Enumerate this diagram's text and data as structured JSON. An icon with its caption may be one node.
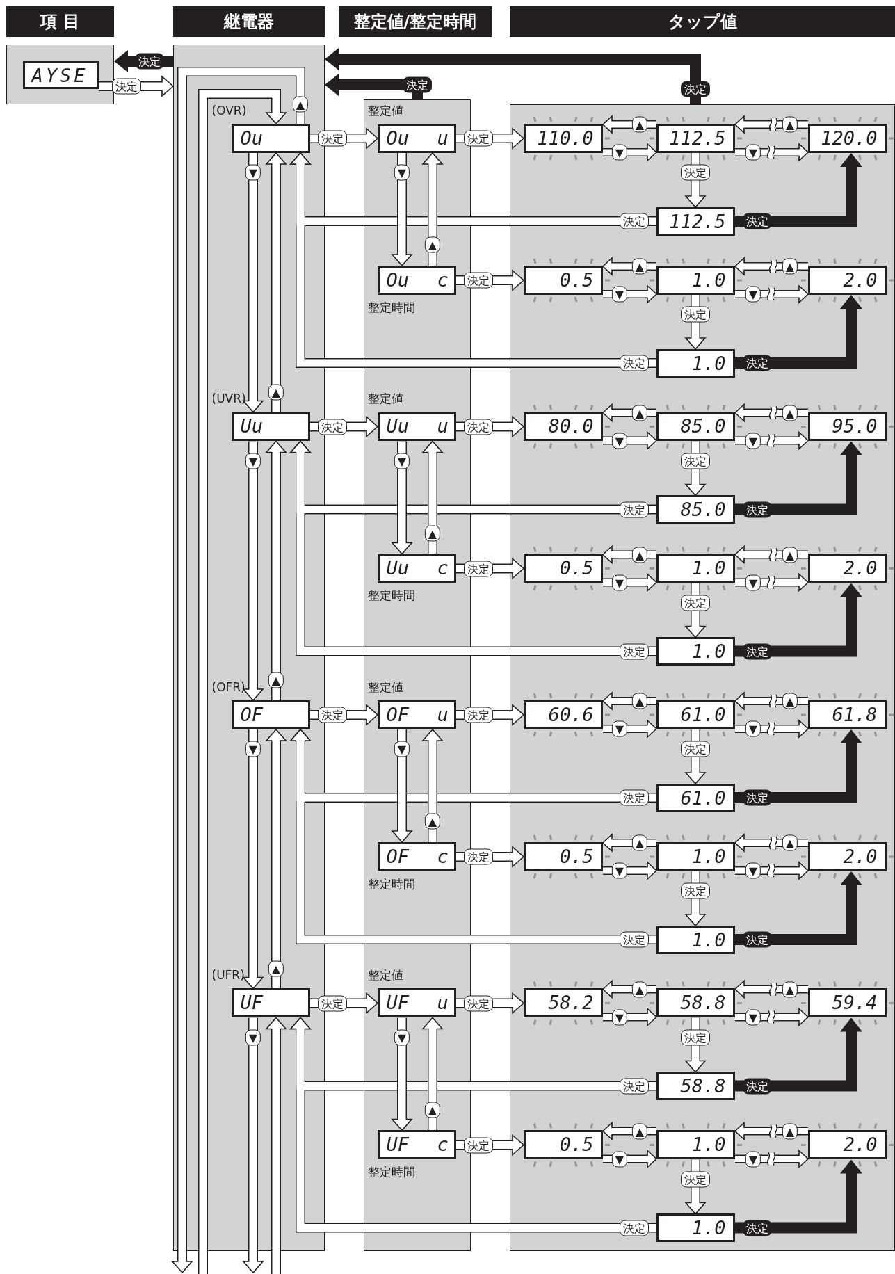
{
  "diagram": {
    "nodes": [
      {
        "text": [
          "項 目"
        ]
      },
      {
        "text": [
          "継電器"
        ]
      },
      {
        "text": [
          "整定値/整定時間"
        ]
      },
      {
        "text": [
          "タップ値"
        ]
      },
      {
        "text": [],
        "shape": "box"
      },
      {
        "text": [
          "AYSE"
        ],
        "in": 4
      },
      {
        "text": [],
        "shape": "box"
      },
      {
        "text": [],
        "shape": "box"
      },
      {
        "text": [],
        "shape": "box"
      },
      {
        "text": [
          "Ou"
        ],
        "beside": [
          "(OVR)"
        ],
        "in": 6
      },
      {
        "text": [
          "Ou u"
        ],
        "beside": [
          "整定値"
        ],
        "in": 7
      },
      {
        "text": [
          "110.0"
        ],
        "in": 8
      },
      {
        "text": [
          "112.5"
        ],
        "in": 8
      },
      {
        "text": [
          "120.0"
        ],
        "in": 8
      },
      {
        "text": [
          "112.5"
        ],
        "in": 8
      },
      {
        "text": [
          "Ou c"
        ],
        "beside": [
          "整定時間"
        ],
        "in": 7
      },
      {
        "text": [
          "0.5"
        ],
        "in": 8
      },
      {
        "text": [
          "1.0"
        ],
        "in": 8
      },
      {
        "text": [
          "2.0"
        ],
        "in": 8
      },
      {
        "text": [
          "1.0"
        ],
        "in": 8
      },
      {
        "text": [
          "Uu"
        ],
        "beside": [
          "(UVR)"
        ],
        "in": 6
      },
      {
        "text": [
          "Uu u"
        ],
        "beside": [
          "整定値"
        ],
        "in": 7
      },
      {
        "text": [
          "80.0"
        ],
        "in": 8
      },
      {
        "text": [
          "85.0"
        ],
        "in": 8
      },
      {
        "text": [
          "95.0"
        ],
        "in": 8
      },
      {
        "text": [
          "85.0"
        ],
        "in": 8
      },
      {
        "text": [
          "Uu c"
        ],
        "beside": [
          "整定時間"
        ],
        "in": 7
      },
      {
        "text": [
          "0.5"
        ],
        "in": 8
      },
      {
        "text": [
          "1.0"
        ],
        "in": 8
      },
      {
        "text": [
          "2.0"
        ],
        "in": 8
      },
      {
        "text": [
          "1.0"
        ],
        "in": 8
      },
      {
        "text": [
          "OF"
        ],
        "beside": [
          "(OFR)"
        ],
        "in": 6
      },
      {
        "text": [
          "OF u"
        ],
        "beside": [
          "整定値"
        ],
        "in": 7
      },
      {
        "text": [
          "60.6"
        ],
        "in": 8
      },
      {
        "text": [
          "61.0"
        ],
        "in": 8
      },
      {
        "text": [
          "61.8"
        ],
        "in": 8
      },
      {
        "text": [
          "61.0"
        ],
        "in": 8
      },
      {
        "text": [
          "OF c"
        ],
        "beside": [
          "整定時間"
        ],
        "in": 7
      },
      {
        "text": [
          "0.5"
        ],
        "in": 8
      },
      {
        "text": [
          "1.0"
        ],
        "in": 8
      },
      {
        "text": [
          "2.0"
        ],
        "in": 8
      },
      {
        "text": [
          "1.0"
        ],
        "in": 8
      },
      {
        "text": [
          "UF"
        ],
        "beside": [
          "(UFR)"
        ],
        "in": 6
      },
      {
        "text": [
          "UF u"
        ],
        "beside": [
          "整定値"
        ],
        "in": 7
      },
      {
        "text": [
          "58.2"
        ],
        "in": 8
      },
      {
        "text": [
          "58.8"
        ],
        "in": 8
      },
      {
        "text": [
          "59.4"
        ],
        "in": 8
      },
      {
        "text": [
          "58.8"
        ],
        "in": 8
      },
      {
        "text": [
          "UF c"
        ],
        "beside": [
          "整定時間"
        ],
        "in": 7
      },
      {
        "text": [
          "0.5"
        ],
        "in": 8
      },
      {
        "text": [
          "1.0"
        ],
        "in": 8
      },
      {
        "text": [
          "2.0"
        ],
        "in": 8
      },
      {
        "text": [
          "1.0"
        ],
        "in": 8
      }
    ],
    "edges": [
      {
        "from": 9,
        "to": 10,
        "arrow": "to",
        "label": "決定"
      },
      {
        "from": 10,
        "to": 11,
        "arrow": "to",
        "label": "決定"
      },
      {
        "from": 12,
        "to": 11,
        "arrow": "to",
        "label": "▲"
      },
      {
        "from": 11,
        "to": 12,
        "arrow": "to",
        "label": "▼"
      },
      {
        "from": 13,
        "to": 12,
        "arrow": "to",
        "label": "▲"
      },
      {
        "from": 12,
        "to": 13,
        "arrow": "to",
        "label": "▼"
      },
      {
        "from": 12,
        "to": 14,
        "arrow": "to",
        "label": "決定"
      },
      {
        "from": 14,
        "to": 13,
        "arrow": "to",
        "label": "決定",
        "color": "#231f20"
      },
      {
        "from": 14,
        "to": 9,
        "arrow": "to",
        "label": "決定"
      },
      {
        "from": 10,
        "to": 15,
        "arrow": "to",
        "label": "▼"
      },
      {
        "from": 15,
        "to": 10,
        "arrow": "to",
        "label": "▲"
      },
      {
        "from": 15,
        "to": 16,
        "arrow": "to",
        "label": "決定"
      },
      {
        "from": 17,
        "to": 16,
        "arrow": "to",
        "label": "▲"
      },
      {
        "from": 16,
        "to": 17,
        "arrow": "to",
        "label": "▼"
      },
      {
        "from": 18,
        "to": 17,
        "arrow": "to",
        "label": "▲"
      },
      {
        "from": 17,
        "to": 18,
        "arrow": "to",
        "label": "▼"
      },
      {
        "from": 17,
        "to": 19,
        "arrow": "to",
        "label": "決定"
      },
      {
        "from": 19,
        "to": 18,
        "arrow": "to",
        "label": "決定",
        "color": "#231f20"
      },
      {
        "from": 19,
        "to": 9,
        "arrow": "to",
        "label": "決定"
      },
      {
        "from": 20,
        "to": 21,
        "arrow": "to",
        "label": "決定"
      },
      {
        "from": 21,
        "to": 22,
        "arrow": "to",
        "label": "決定"
      },
      {
        "from": 23,
        "to": 22,
        "arrow": "to",
        "label": "▲"
      },
      {
        "from": 22,
        "to": 23,
        "arrow": "to",
        "label": "▼"
      },
      {
        "from": 24,
        "to": 23,
        "arrow": "to",
        "label": "▲"
      },
      {
        "from": 23,
        "to": 24,
        "arrow": "to",
        "label": "▼"
      },
      {
        "from": 23,
        "to": 25,
        "arrow": "to",
        "label": "決定"
      },
      {
        "from": 25,
        "to": 24,
        "arrow": "to",
        "label": "決定",
        "color": "#231f20"
      },
      {
        "from": 25,
        "to": 20,
        "arrow": "to",
        "label": "決定"
      },
      {
        "from": 21,
        "to": 26,
        "arrow": "to",
        "label": "▼"
      },
      {
        "from": 26,
        "to": 21,
        "arrow": "to",
        "label": "▲"
      },
      {
        "from": 26,
        "to": 27,
        "arrow": "to",
        "label": "決定"
      },
      {
        "from": 28,
        "to": 27,
        "arrow": "to",
        "label": "▲"
      },
      {
        "from": 27,
        "to": 28,
        "arrow": "to",
        "label": "▼"
      },
      {
        "from": 29,
        "to": 28,
        "arrow": "to",
        "label": "▲"
      },
      {
        "from": 28,
        "to": 29,
        "arrow": "to",
        "label": "▼"
      },
      {
        "from": 28,
        "to": 30,
        "arrow": "to",
        "label": "決定"
      },
      {
        "from": 30,
        "to": 29,
        "arrow": "to",
        "label": "決定",
        "color": "#231f20"
      },
      {
        "from": 30,
        "to": 20,
        "arrow": "to",
        "label": "決定"
      },
      {
        "from": 31,
        "to": 32,
        "arrow": "to",
        "label": "決定"
      },
      {
        "from": 32,
        "to": 33,
        "arrow": "to",
        "label": "決定"
      },
      {
        "from": 34,
        "to": 33,
        "arrow": "to",
        "label": "▲"
      },
      {
        "from": 33,
        "to": 34,
        "arrow": "to",
        "label": "▼"
      },
      {
        "from": 35,
        "to": 34,
        "arrow": "to",
        "label": "▲"
      },
      {
        "from": 34,
        "to": 35,
        "arrow": "to",
        "label": "▼"
      },
      {
        "from": 34,
        "to": 36,
        "arrow": "to",
        "label": "決定"
      },
      {
        "from": 36,
        "to": 35,
        "arrow": "to",
        "label": "決定",
        "color": "#231f20"
      },
      {
        "from": 36,
        "to": 31,
        "arrow": "to",
        "label": "決定"
      },
      {
        "from": 32,
        "to": 37,
        "arrow": "to",
        "label": "▼"
      },
      {
        "from": 37,
        "to": 32,
        "arrow": "to",
        "label": "▲"
      },
      {
        "from": 37,
        "to": 38,
        "arrow": "to",
        "label": "決定"
      },
      {
        "from": 39,
        "to": 38,
        "arrow": "to",
        "label": "▲"
      },
      {
        "from": 38,
        "to": 39,
        "arrow": "to",
        "label": "▼"
      },
      {
        "from": 40,
        "to": 39,
        "arrow": "to",
        "label": "▲"
      },
      {
        "from": 39,
        "to": 40,
        "arrow": "to",
        "label": "▼"
      },
      {
        "from": 39,
        "to": 41,
        "arrow": "to",
        "label": "決定"
      },
      {
        "from": 41,
        "to": 40,
        "arrow": "to",
        "label": "決定",
        "color": "#231f20"
      },
      {
        "from": 41,
        "to": 31,
        "arrow": "to",
        "label": "決定"
      },
      {
        "from": 42,
        "to": 43,
        "arrow": "to",
        "label": "決定"
      },
      {
        "from": 43,
        "to": 44,
        "arrow": "to",
        "label": "決定"
      },
      {
        "from": 45,
        "to": 44,
        "arrow": "to",
        "label": "▲"
      },
      {
        "from": 44,
        "to": 45,
        "arrow": "to",
        "label": "▼"
      },
      {
        "from": 46,
        "to": 45,
        "arrow": "to",
        "label": "▲"
      },
      {
        "from": 45,
        "to": 46,
        "arrow": "to",
        "label": "▼"
      },
      {
        "from": 45,
        "to": 47,
        "arrow": "to",
        "label": "決定"
      },
      {
        "from": 47,
        "to": 46,
        "arrow": "to",
        "label": "決定",
        "color": "#231f20"
      },
      {
        "from": 47,
        "to": 42,
        "arrow": "to",
        "label": "決定"
      },
      {
        "from": 43,
        "to": 48,
        "arrow": "to",
        "label": "▼"
      },
      {
        "from": 48,
        "to": 43,
        "arrow": "to",
        "label": "▲"
      },
      {
        "from": 48,
        "to": 49,
        "arrow": "to",
        "label": "決定"
      },
      {
        "from": 50,
        "to": 49,
        "arrow": "to",
        "label": "▲"
      },
      {
        "from": 49,
        "to": 50,
        "arrow": "to",
        "label": "▼"
      },
      {
        "from": 51,
        "to": 50,
        "arrow": "to",
        "label": "▲"
      },
      {
        "from": 50,
        "to": 51,
        "arrow": "to",
        "label": "▼"
      },
      {
        "from": 50,
        "to": 52,
        "arrow": "to",
        "label": "決定"
      },
      {
        "from": 52,
        "to": 51,
        "arrow": "to",
        "label": "決定",
        "color": "#231f20"
      },
      {
        "from": 52,
        "to": 42,
        "arrow": "to",
        "label": "決定"
      },
      {
        "from": 5,
        "to": 6,
        "arrow": "to",
        "label": "決定"
      },
      {
        "from": 6,
        "to": 4,
        "arrow": "to",
        "label": "決定",
        "color": "#231f20"
      },
      {
        "from": 7,
        "to": 6,
        "arrow": "to",
        "label": "決定",
        "color": "#231f20"
      },
      {
        "from": 8,
        "to": 6,
        "arrow": "to",
        "label": "決定",
        "color": "#231f20"
      },
      {
        "from": 9,
        "to": null,
        "arrow": "to",
        "label": "▲"
      },
      {
        "from": null,
        "to": 9,
        "arrow": "to"
      },
      {
        "from": 9,
        "to": 20,
        "arrow": "to",
        "label": "▼"
      },
      {
        "from": 20,
        "to": 9,
        "arrow": "to",
        "label": "▲"
      },
      {
        "from": 20,
        "to": 31,
        "arrow": "to",
        "label": "▼"
      },
      {
        "from": 31,
        "to": 20,
        "arrow": "to",
        "label": "▲"
      },
      {
        "from": 31,
        "to": 42,
        "arrow": "to",
        "label": "▼"
      },
      {
        "from": 42,
        "to": 31,
        "arrow": "to",
        "label": "▲"
      },
      {
        "from": 42,
        "to": null,
        "arrow": "to",
        "label": "▼"
      },
      {
        "from": null,
        "to": 42,
        "arrow": "to"
      }
    ]
  }
}
